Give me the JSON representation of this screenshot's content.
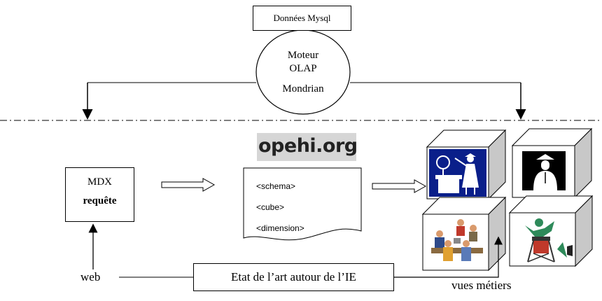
{
  "diagram": {
    "mysql_box": "Données Mysql",
    "olap_engine": {
      "line1": "Moteur",
      "line2": "OLAP",
      "line3": "Mondrian"
    },
    "logo_text": "opehi.org",
    "mdx_box": {
      "line1": "MDX",
      "line2": "requête"
    },
    "schema_doc": {
      "line1": "<schema>",
      "line2": "<cube>",
      "line3": "<dimension>"
    },
    "web_label": "web",
    "ie_box": "Etat de l’art autour de l’IE",
    "vues_label": "vues métiers",
    "cube_icons": [
      "teacher-icon",
      "graduate-icon",
      "meeting-icon",
      "director-icon"
    ]
  }
}
